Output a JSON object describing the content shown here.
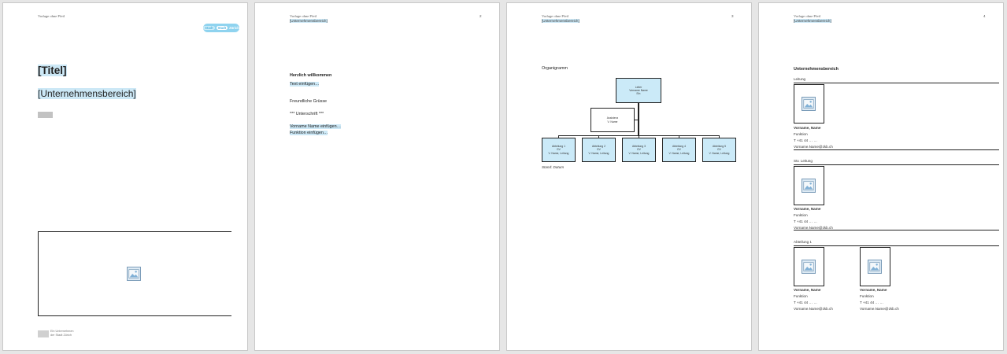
{
  "header_title": "Vorlage ohne Pfeil",
  "badge": {
    "left": "Stadt",
    "main": "Stadt",
    "right": "Zürich"
  },
  "unit_tag": "[Unternehmensbereich]",
  "cover": {
    "title": "[Titel]",
    "subtitle": "[Unternehmensbereich]",
    "footer_line1": "Ein Unternehmen",
    "footer_line2": "der Stadt Zürich"
  },
  "letter": {
    "page_number": "2",
    "greeting": "Herzlich willkommen",
    "text": "Text einfügen…",
    "closing": "Freundliche Grüsse",
    "signature": "*** Unterschrift ***",
    "name": "Vorname Name einfügen…",
    "function": "Funktion einfügen…"
  },
  "orgchart": {
    "page_number": "3",
    "title": "Organigramm",
    "top": {
      "line1": "Leiter",
      "line2": "Vorname Name",
      "line3": "Ein"
    },
    "assistant": {
      "line1": "Assistenz",
      "line2": "V. Name"
    },
    "departments": [
      {
        "line1": "Abteilung 1",
        "line2": "GV",
        "line3": "V. Name, Leitung"
      },
      {
        "line1": "Abteilung 2",
        "line2": "GV",
        "line3": "V. Name, Leitung"
      },
      {
        "line1": "Abteilung 3",
        "line2": "GV",
        "line3": "V. Name, Leitung"
      },
      {
        "line1": "Abteilung 4",
        "line2": "GV",
        "line3": "V. Name, Leitung"
      },
      {
        "line1": "Abteilung 5",
        "line2": "GV",
        "line3": "V. Name, Leitung"
      }
    ],
    "status": "Stand: Datum"
  },
  "directory": {
    "page_number": "4",
    "title": "Unternehmensbereich",
    "sections": [
      {
        "heading": "Leitung"
      },
      {
        "heading": "Stv. Leitung"
      },
      {
        "heading": "Abteilung 1"
      }
    ],
    "person": {
      "name": "Vorname, Name",
      "function": "Funktion",
      "phone": "T +41 44 … …",
      "email": "Vorname.Name@zkb.ch"
    }
  }
}
